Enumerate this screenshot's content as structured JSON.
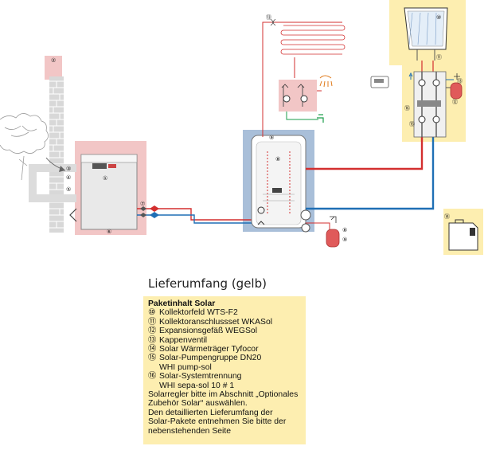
{
  "caption": "Lieferumfang (gelb)",
  "legend": {
    "title": "Paketinhalt Solar",
    "items": [
      {
        "num": "⑩",
        "text": "Kollektorfeld WTS-F2"
      },
      {
        "num": "⑪",
        "text": "Kollektoranschlussset WKASol"
      },
      {
        "num": "⑫",
        "text": "Expansionsgefäß WEGSol"
      },
      {
        "num": "⑬",
        "text": "Kappenventil"
      },
      {
        "num": "⑭",
        "text": "Solar Wärmeträger Tyfocor"
      },
      {
        "num": "⑮",
        "text": "Solar-Pumpengruppe DN20",
        "sub": "WHI pump-sol"
      },
      {
        "num": "⑯",
        "text": "Solar-Systemtrennung",
        "sub": "WHI sepa-sol 10 # 1"
      }
    ],
    "notes": [
      "Solarregler bitte im Abschnitt „Optionales",
      "Zubehör Solar“ auswählen.",
      "Den detaillierten Lieferumfang der",
      "Solar-Pakete entnehmen Sie bitte der",
      "nebenstehenden Seite"
    ]
  },
  "markers": {
    "m1": "①",
    "m2": "②",
    "m3": "③",
    "m4": "④",
    "m5": "⑤",
    "m6": "⑥",
    "m7": "⑦",
    "m8": "⑧",
    "m9": "⑨",
    "m10": "⑩",
    "m11": "⑪",
    "m12": "⑫",
    "m13": "⑬",
    "m14": "⑭",
    "m15": "⑮",
    "m16": "⑯"
  },
  "colors": {
    "yellow_zone": "#fdeeb0",
    "pink_zone": "#f2c6c6",
    "blue_zone": "#a9bfd9",
    "hot_pipe": "#d32f2f",
    "cold_pipe": "#1f6fb5",
    "wall": "#d8d8d8"
  }
}
